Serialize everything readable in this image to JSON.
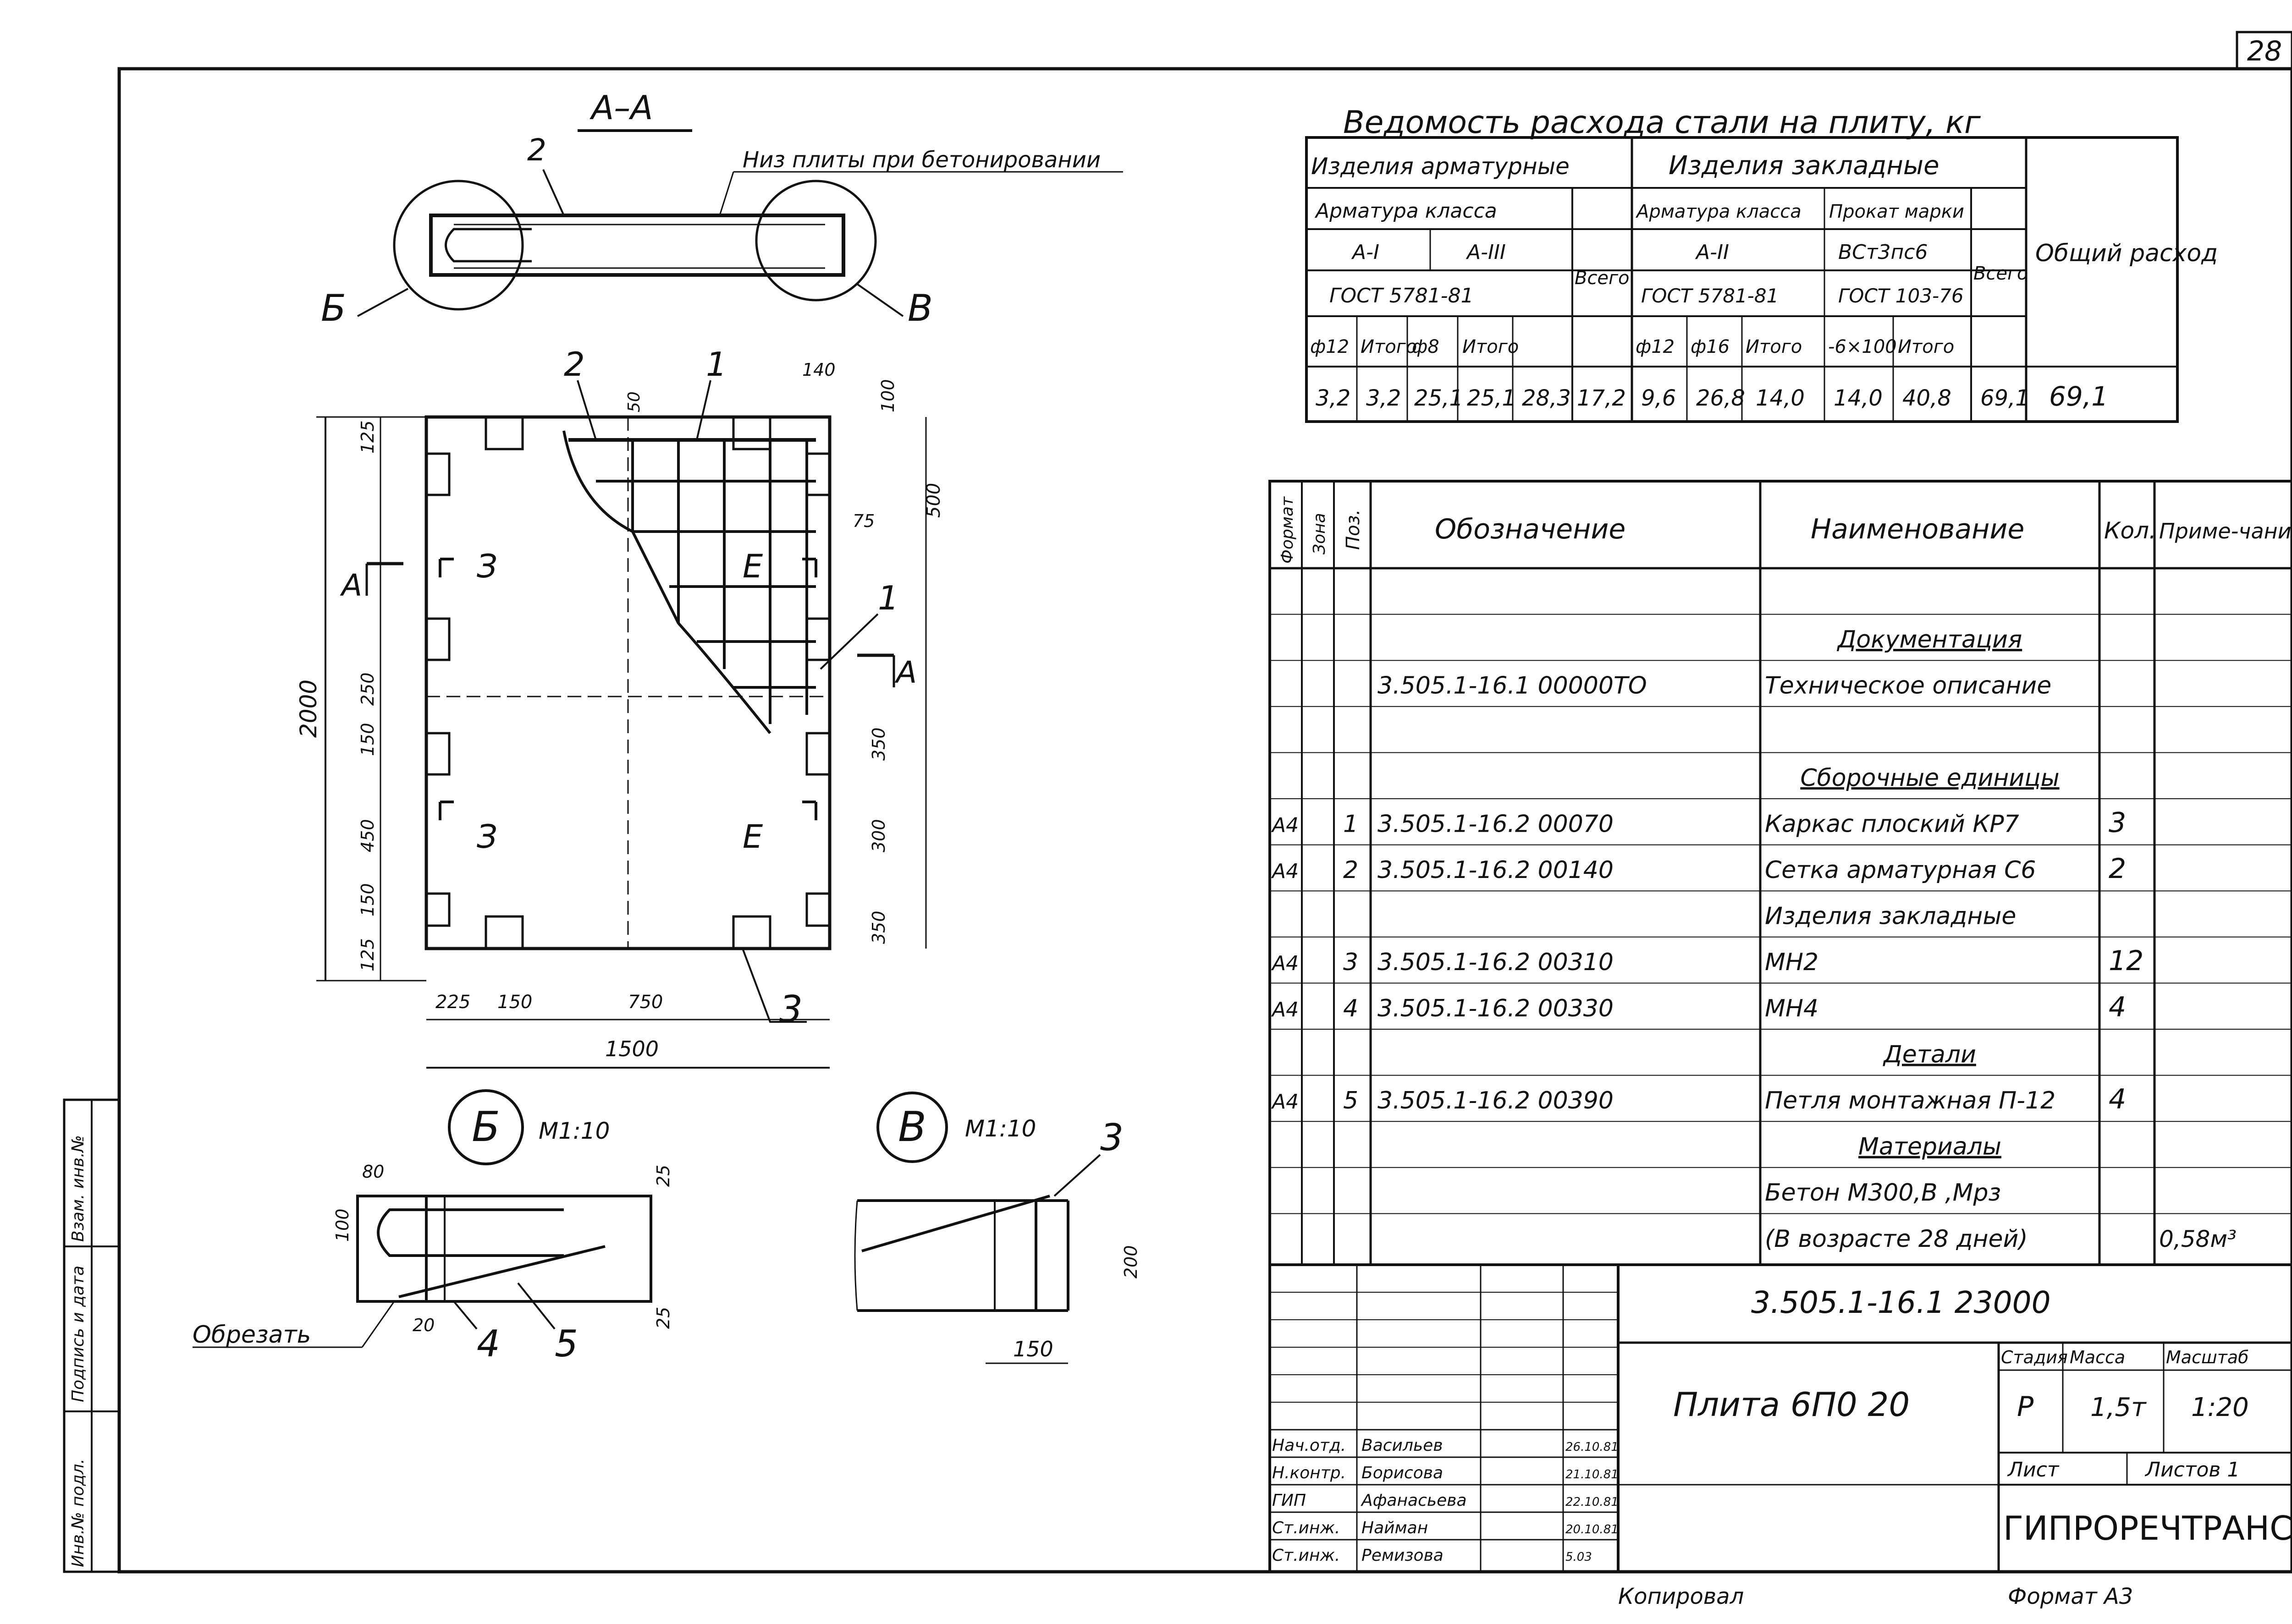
{
  "page_number": "28",
  "view_aa": {
    "title": "А–А",
    "callout_2": "2",
    "note": "Низ плиты при бетонировании",
    "callout_b": "Б",
    "callout_v": "В"
  },
  "plan": {
    "callout_1": "1",
    "callout_2": "2",
    "callout_3": "3",
    "section_mark_a": "А",
    "dims": {
      "top_50": "50",
      "top_140": "140",
      "top_100": "100",
      "right_500": "500",
      "right_75": "75",
      "right_350_top": "350",
      "right_300": "300",
      "right_350_bottom": "350",
      "left_125_top": "125",
      "left_250": "250",
      "left_150_a": "150",
      "left_450": "450",
      "left_150_b": "150",
      "left_125_bottom": "125",
      "overall_height": "2000",
      "bottom_225": "225",
      "bottom_150": "150",
      "bottom_750": "750",
      "overall_width": "1500"
    }
  },
  "detail_b": {
    "label": "Б",
    "scale": "М1:10",
    "dim_80": "80",
    "dim_100": "100",
    "dim_25_top": "25",
    "dim_25_bottom": "25",
    "dim_20": "20",
    "note_cut": "Обрезать",
    "callout_4": "4",
    "callout_5": "5"
  },
  "detail_v": {
    "label": "В",
    "scale": "М1:10",
    "callout_3": "3",
    "dim_200": "200",
    "dim_150": "150"
  },
  "steel_table": {
    "title": "Ведомость расхода стали на плиту, кг",
    "group_armature": "Изделия арматурные",
    "group_embedded": "Изделия закладные",
    "armature_class": "Арматура класса",
    "class_a1": "А-I",
    "class_a3": "А-III",
    "gost_armature": "ГОСТ 5781-81",
    "total_label": "Всего",
    "class_a2": "А-II",
    "gost_armature2": "ГОСТ 5781-81",
    "rolled_steel": "Прокат марки",
    "steel_grade": "ВСт3пс6",
    "gost_rolled": "ГОСТ 103-76",
    "grand_total": "Общий расход",
    "sub_headers": [
      "ф12",
      "Итого",
      "ф8",
      "Итого",
      "",
      "ф12",
      "ф16",
      "Итого",
      "-6×100",
      "Итого",
      "",
      ""
    ],
    "values": [
      "3,2",
      "3,2",
      "25,1",
      "25,1",
      "28,3",
      "17,2",
      "9,6",
      "26,8",
      "14,0",
      "14,0",
      "40,8",
      "69,1"
    ]
  },
  "spec_table": {
    "headers": {
      "format": "Формат",
      "zone": "Зона",
      "pos": "Поз.",
      "designation": "Обозначение",
      "name": "Наименование",
      "qty": "Кол.",
      "note": "Приме-чание"
    },
    "rows": [
      {
        "format": "",
        "pos": "",
        "designation": "",
        "name": "",
        "qty": "",
        "note": "",
        "heading": false
      },
      {
        "format": "",
        "pos": "",
        "designation": "",
        "name": "Документация",
        "qty": "",
        "note": "",
        "heading": true
      },
      {
        "format": "",
        "pos": "",
        "designation": "3.505.1-16.1  00000ТО",
        "name": "Техническое описание",
        "qty": "",
        "note": "",
        "heading": false
      },
      {
        "format": "",
        "pos": "",
        "designation": "",
        "name": "",
        "qty": "",
        "note": "",
        "heading": false
      },
      {
        "format": "",
        "pos": "",
        "designation": "",
        "name": "Сборочные единицы",
        "qty": "",
        "note": "",
        "heading": true
      },
      {
        "format": "А4",
        "pos": "1",
        "designation": "3.505.1-16.2   00070",
        "name": "Каркас плоский КР7",
        "qty": "3",
        "note": "",
        "heading": false
      },
      {
        "format": "А4",
        "pos": "2",
        "designation": "3.505.1-16.2   00140",
        "name": "Сетка арматурная С6",
        "qty": "2",
        "note": "",
        "heading": false
      },
      {
        "format": "",
        "pos": "",
        "designation": "",
        "name": "Изделия закладные",
        "qty": "",
        "note": "",
        "heading": false
      },
      {
        "format": "А4",
        "pos": "3",
        "designation": "3.505.1-16.2   00310",
        "name": "МН2",
        "qty": "12",
        "note": "",
        "heading": false
      },
      {
        "format": "А4",
        "pos": "4",
        "designation": "3.505.1-16.2   00330",
        "name": "МН4",
        "qty": "4",
        "note": "",
        "heading": false
      },
      {
        "format": "",
        "pos": "",
        "designation": "",
        "name": "Детали",
        "qty": "",
        "note": "",
        "heading": true
      },
      {
        "format": "А4",
        "pos": "5",
        "designation": "3.505.1-16.2   00390",
        "name": "Петля монтажная П-12",
        "qty": "4",
        "note": "",
        "heading": false
      },
      {
        "format": "",
        "pos": "",
        "designation": "",
        "name": "Материалы",
        "qty": "",
        "note": "",
        "heading": true
      },
      {
        "format": "",
        "pos": "",
        "designation": "",
        "name": "Бетон М300,В   ,Мрз",
        "qty": "",
        "note": "",
        "heading": false
      },
      {
        "format": "",
        "pos": "",
        "designation": "",
        "name": "(В возрасте 28 дней)",
        "qty": "",
        "note": "0,58м³",
        "heading": false
      }
    ]
  },
  "title_block": {
    "document_code": "3.505.1-16.1   23000",
    "title": "Плита 6П0 20",
    "stage_label": "Стадия",
    "mass_label": "Масса",
    "scale_label": "Масштаб",
    "stage": "Р",
    "mass": "1,5т",
    "scale": "1:20",
    "sheet_label": "Лист",
    "sheets_label": "Листов 1",
    "organization": "ГИПРОРЕЧТРАНС",
    "signatures": [
      {
        "role": "Нач.отд.",
        "name": "Васильев",
        "date": "26.10.81"
      },
      {
        "role": "Н.контр.",
        "name": "Борисова",
        "date": "21.10.81"
      },
      {
        "role": "ГИП",
        "name": "Афанасьева",
        "date": "22.10.81"
      },
      {
        "role": "Ст.инж.",
        "name": "Найман",
        "date": "20.10.81"
      },
      {
        "role": "Ст.инж.",
        "name": "Ремизова",
        "date": "5.03"
      }
    ]
  },
  "side_stamp": {
    "inv_no": "Инв.№ подл.",
    "sign_date": "Подпись и дата",
    "replace_inv": "Взам. инв.№"
  },
  "footer": {
    "copied": "Копировал",
    "format": "Формат А3"
  }
}
